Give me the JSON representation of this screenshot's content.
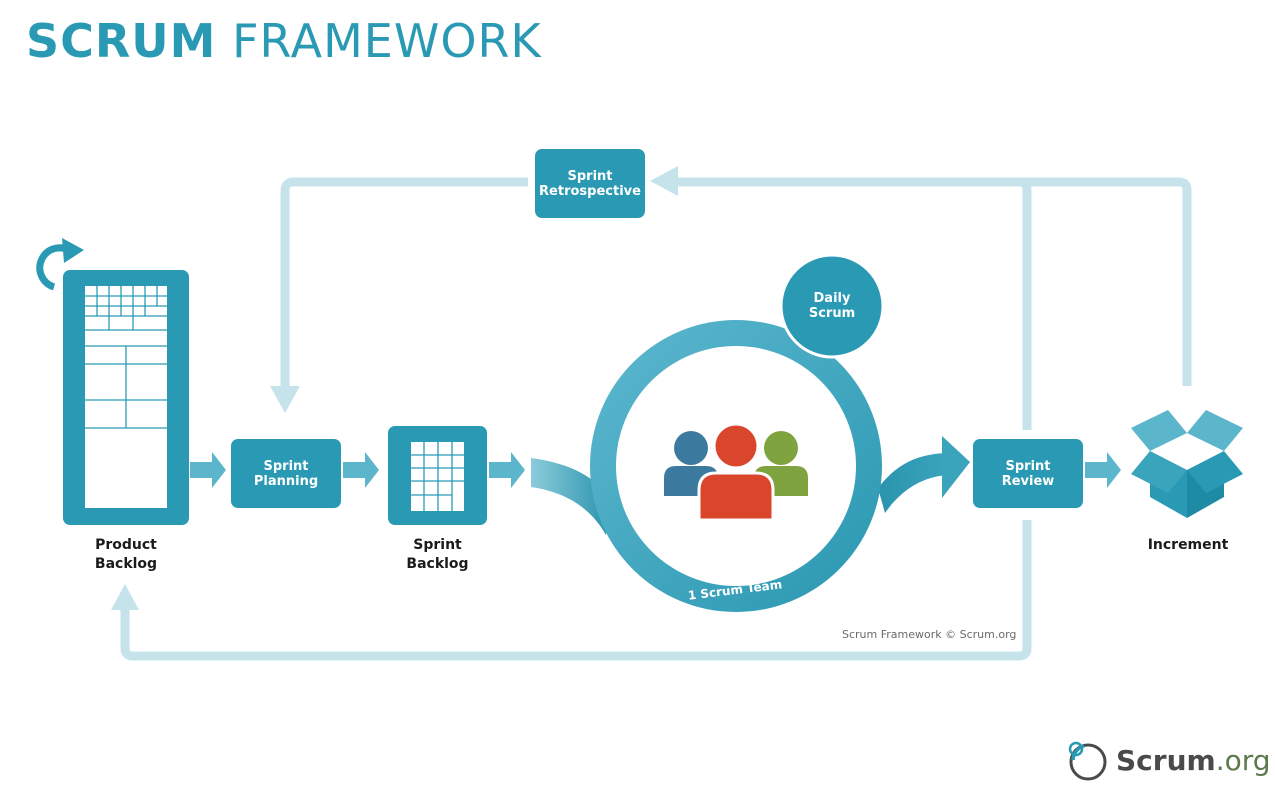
{
  "title": {
    "bold": "SCRUM",
    "light": "FRAMEWORK"
  },
  "nodes": {
    "product_backlog": "Product\nBacklog",
    "sprint_planning": "Sprint\nPlanning",
    "sprint_backlog": "Sprint\nBacklog",
    "daily_scrum": "Daily\nScrum",
    "scrum_team": "1 Scrum Team",
    "sprint_review": "Sprint\nReview",
    "sprint_retrospective": "Sprint\nRetrospective",
    "increment": "Increment"
  },
  "copyright": "Scrum Framework © Scrum.org",
  "brand": {
    "main": "Scrum",
    "tld": ".org"
  },
  "colors": {
    "teal": "#2a9ab4",
    "teal_dark": "#1f8aa3",
    "light_arrow": "#c6e3ec",
    "person_blue": "#3d7aa0",
    "person_red": "#d9462b",
    "person_green": "#7fa33e"
  }
}
